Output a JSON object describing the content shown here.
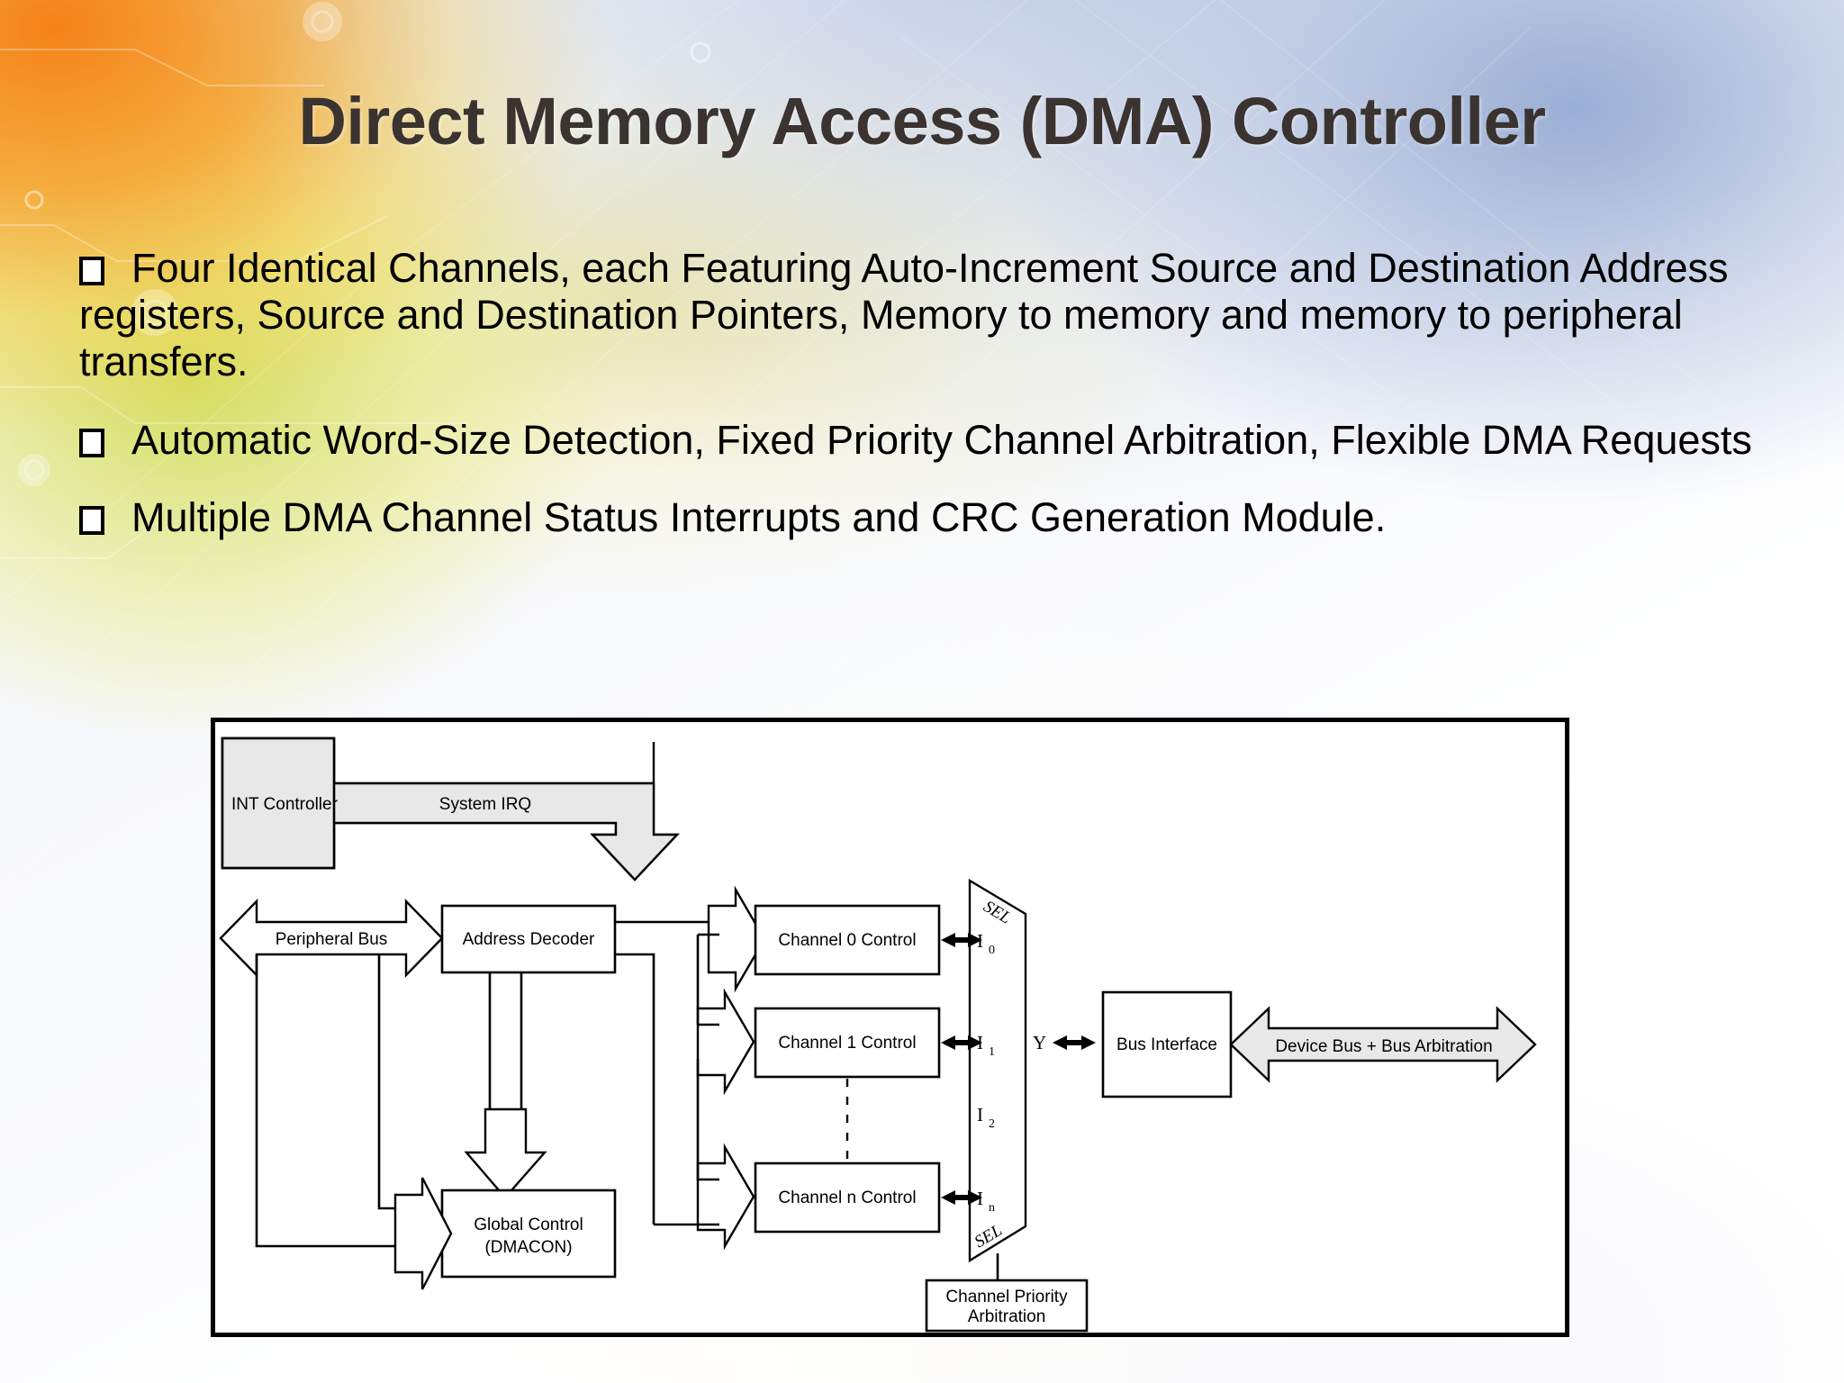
{
  "slide": {
    "title": "Direct Memory Access (DMA) Controller",
    "title_color": "#3a3330",
    "bullet_glyph": "hollow-square",
    "bullets": [
      "Four Identical Channels, each Featuring Auto-Increment Source and Destination Address registers, Source and Destination Pointers, Memory to memory and memory to peripheral transfers.",
      "Automatic Word-Size Detection, Fixed Priority Channel Arbitration, Flexible DMA Requests",
      "Multiple DMA Channel Status Interrupts and CRC Generation Module."
    ]
  },
  "diagram": {
    "title": "DMA Controller block diagram",
    "frame_color": "#000000",
    "shaded_fill": "#e8e8e8",
    "blocks": {
      "int_controller": "INT Controller",
      "system_irq": "System IRQ",
      "peripheral_bus": "Peripheral Bus",
      "address_decoder": "Address Decoder",
      "global_control_line1": "Global Control",
      "global_control_line2": "(DMACON)",
      "channel0": "Channel 0 Control",
      "channel1": "Channel 1 Control",
      "channeln": "Channel n Control",
      "bus_interface": "Bus Interface",
      "device_bus": "Device Bus + Bus Arbitration",
      "priority_line1": "Channel Priority",
      "priority_line2": "Arbitration"
    },
    "mux": {
      "sel_top": "SEL",
      "sel_bottom": "SEL",
      "inputs": [
        "I",
        "I",
        "I",
        "I"
      ],
      "input_subscripts": [
        "0",
        "1",
        "2",
        "n"
      ],
      "output": "Y"
    }
  }
}
